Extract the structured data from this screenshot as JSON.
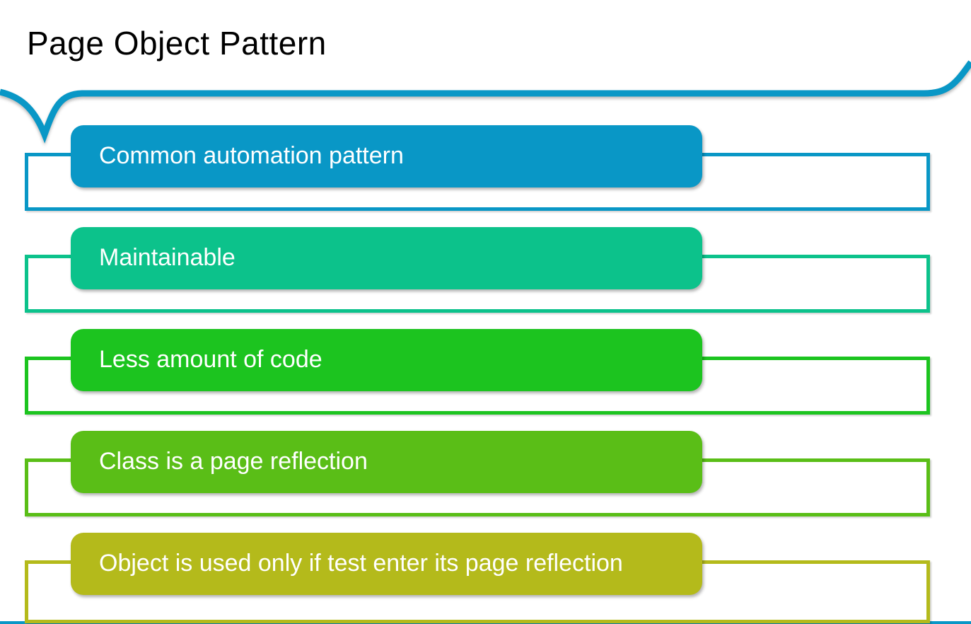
{
  "slide": {
    "title": "Page Object Pattern"
  },
  "items": [
    {
      "label": "Common automation pattern",
      "color": "#0997C6"
    },
    {
      "label": "Maintainable",
      "color": "#0CC28B"
    },
    {
      "label": "Less amount of code",
      "color": "#1CC41F"
    },
    {
      "label": "Class is a page reflection",
      "color": "#5ABE17"
    },
    {
      "label": "Object is used only if test enter its page reflection",
      "color": "#B4BA1B"
    }
  ],
  "colors": {
    "accent": "#0997C6",
    "title_text": "#000000",
    "item_text": "#FFFFFF",
    "background": "#FFFFFF"
  },
  "decorations": {
    "top_curve": "brace-swoosh-curve",
    "bottom_edge_line_color": "#0997C6"
  }
}
